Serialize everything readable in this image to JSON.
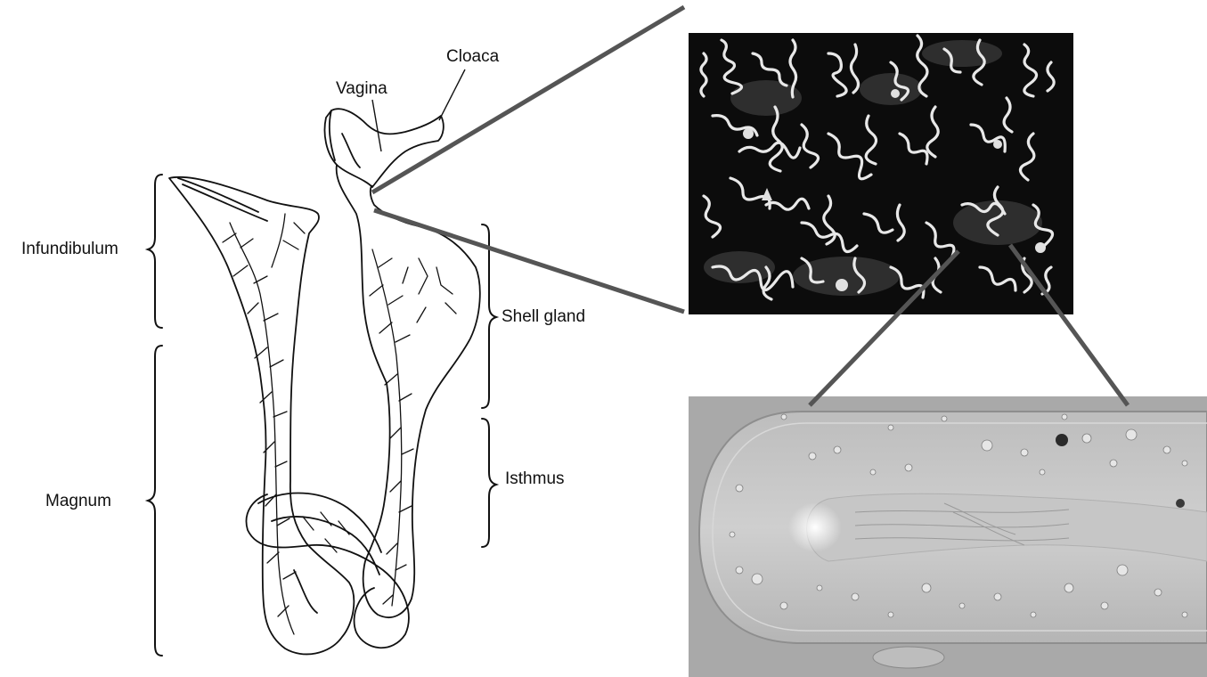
{
  "labels": {
    "cloaca": "Cloaca",
    "vagina": "Vagina",
    "infundibulum": "Infundibulum",
    "magnum": "Magnum",
    "shell_gland": "Shell gland",
    "isthmus": "Isthmus"
  },
  "panels": {
    "top_right_photo": "dark-field micrograph of coiled sperm on black background",
    "bottom_right_photo": "DIC micrograph of elongated tubule with granules"
  },
  "colors": {
    "ink": "#111111",
    "connector": "#555555",
    "dark_photo_bg": "#0c0c0c",
    "gray_photo_bg": "#a9a9a9"
  }
}
